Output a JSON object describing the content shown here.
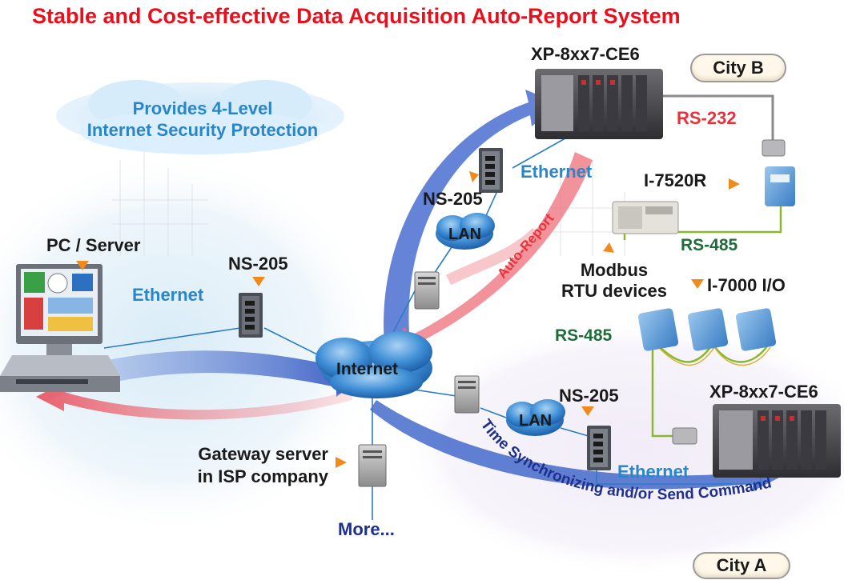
{
  "title": "Stable and Cost-effective Data Acquisition Auto-Report System",
  "security_note": [
    "Provides 4-Level",
    "Internet Security Protection"
  ],
  "labels": {
    "pc_server": "PC / Server",
    "ns205_left": "NS-205",
    "ethernet_left": "Ethernet",
    "internet": "Internet",
    "gateway": [
      "Gateway server",
      "in ISP company"
    ],
    "more": "More...",
    "ns205_top": "NS-205",
    "lan_top": "LAN",
    "ethernet_top": "Ethernet",
    "xp_top": "XP-8xx7-CE6",
    "city_b": "City B",
    "rs232": "RS-232",
    "i7520r": "I-7520R",
    "rs485_top": "RS-485",
    "modbus": [
      "Modbus",
      "RTU devices"
    ],
    "auto_report": "Auto-Report",
    "i7000": "I-7000 I/O",
    "rs485_mid": "RS-485",
    "ns205_bottom": "NS-205",
    "lan_bottom": "LAN",
    "xp_bottom": "XP-8xx7-CE6",
    "ethernet_bottom": "Ethernet",
    "time_sync": "Time Synchronizing and/or Send Command",
    "city_a": "City A"
  },
  "colors": {
    "title": "#e8101c",
    "ethernet_blue": "#2a86c8",
    "rs232_red": "#e8323a",
    "rs485_green": "#1f6b3a",
    "command_navy": "#1e2f8c",
    "pointer_orange": "#f08a1c",
    "cloud_blue": "#3b86d0"
  }
}
